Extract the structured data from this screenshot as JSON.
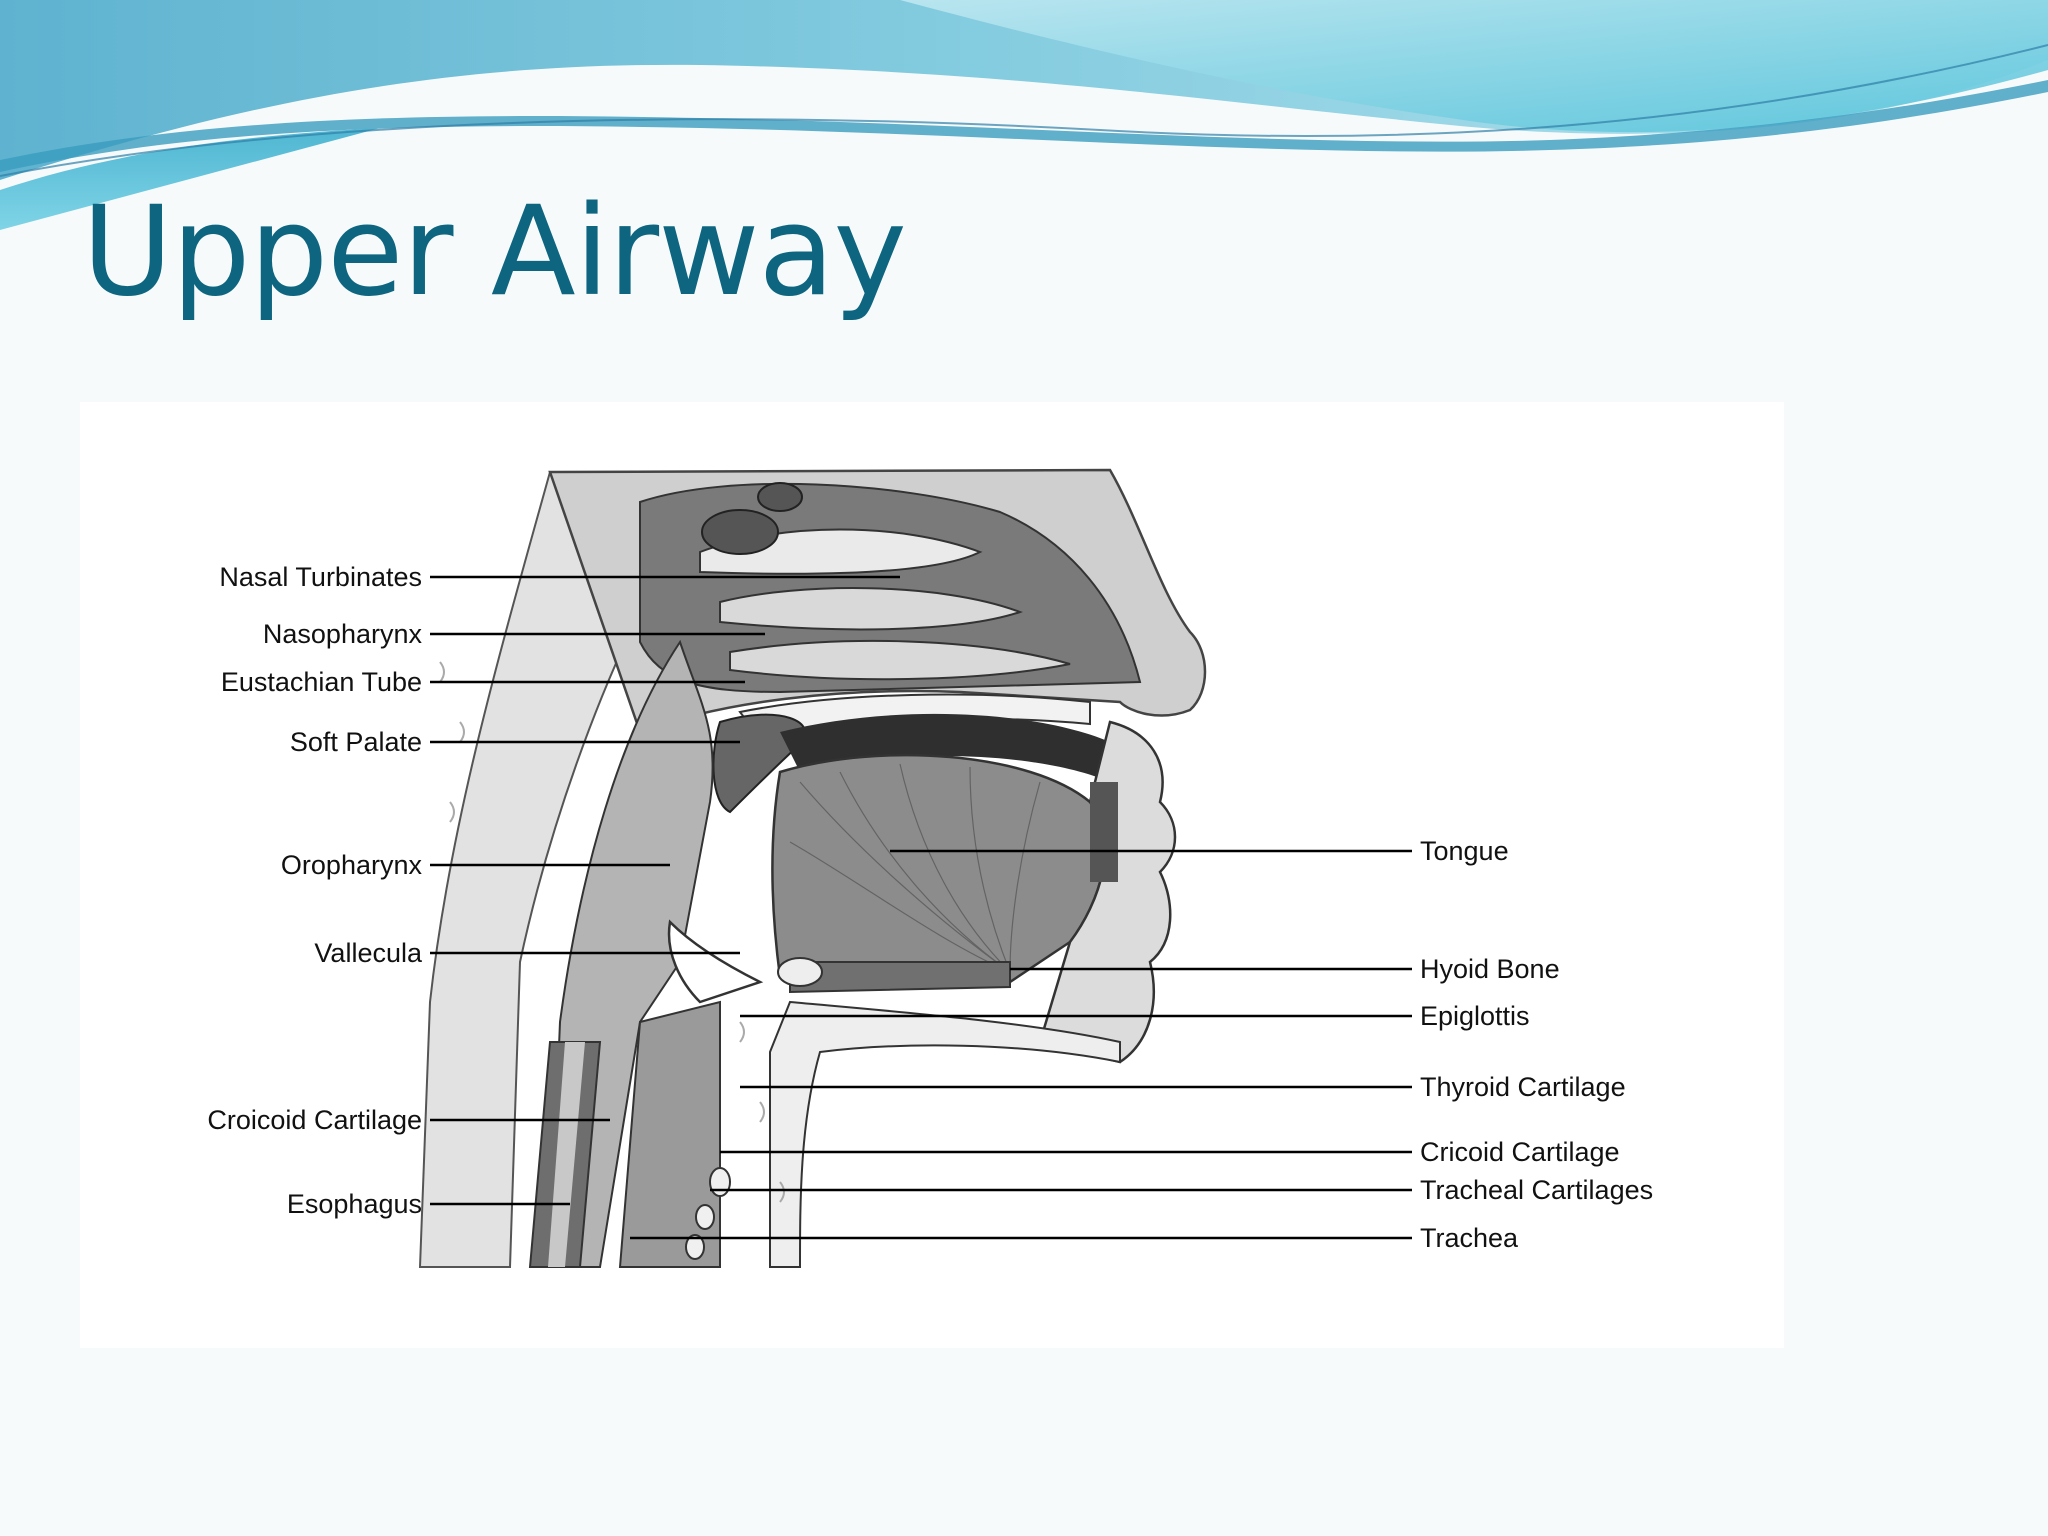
{
  "slide": {
    "title": "Upper Airway"
  },
  "diagram": {
    "left_labels": [
      {
        "text": "Nasal Turbinates"
      },
      {
        "text": "Nasopharynx"
      },
      {
        "text": "Eustachian Tube"
      },
      {
        "text": "Soft Palate"
      },
      {
        "text": "Oropharynx"
      },
      {
        "text": "Vallecula"
      },
      {
        "text": "Croicoid Cartilage"
      },
      {
        "text": "Esophagus"
      }
    ],
    "right_labels": [
      {
        "text": "Tongue"
      },
      {
        "text": "Hyoid Bone"
      },
      {
        "text": "Epiglottis"
      },
      {
        "text": "Thyroid Cartilage"
      },
      {
        "text": "Cricoid Cartilage"
      },
      {
        "text": "Tracheal Cartilages"
      },
      {
        "text": "Trachea"
      }
    ]
  },
  "colors": {
    "title": "#0e6580",
    "banner_light": "#a9dcea",
    "banner_mid": "#6cc6dc",
    "banner_dark": "#3a9cbf",
    "tissue_dark": "#6e6e6e",
    "tissue_mid": "#9a9a9a",
    "tissue_light": "#c8c8c8",
    "airway": "#b4b4b4",
    "bone": "#ececec"
  }
}
